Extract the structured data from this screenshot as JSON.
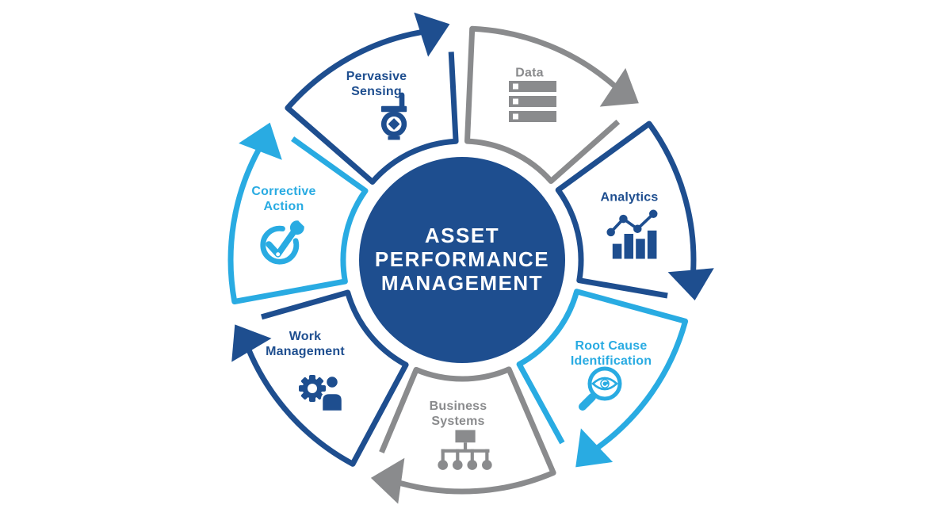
{
  "title": "Asset Performance Management cycle diagram",
  "colors": {
    "dark_blue": "#1e4e8f",
    "cyan": "#29abe2",
    "gray": "#8a8b8d",
    "background": "#ffffff",
    "center_fill": "#1e4e8f",
    "center_text": "#ffffff"
  },
  "center": {
    "line1": "ASSET",
    "line2": "PERFORMANCE",
    "line3": "MANAGEMENT"
  },
  "diagram": {
    "type": "cycle",
    "direction": "clockwise",
    "segment_count": 7,
    "description": "Seven arrow segments forming a continuous clockwise loop around the central circle"
  },
  "segments": [
    {
      "id": "pervasive-sensing",
      "label": "Pervasive\nSensing",
      "color": "dark_blue",
      "icon": "sensor-transmitter-icon"
    },
    {
      "id": "data",
      "label": "Data",
      "color": "gray",
      "icon": "server-stack-icon"
    },
    {
      "id": "analytics",
      "label": "Analytics",
      "color": "dark_blue",
      "icon": "bar-line-chart-icon"
    },
    {
      "id": "root-cause-identification",
      "label": "Root Cause\nIdentification",
      "color": "cyan",
      "icon": "magnifier-eye-icon"
    },
    {
      "id": "business-systems",
      "label": "Business\nSystems",
      "color": "gray",
      "icon": "org-chart-icon"
    },
    {
      "id": "work-management",
      "label": "Work\nManagement",
      "color": "dark_blue",
      "icon": "gear-person-icon"
    },
    {
      "id": "corrective-action",
      "label": "Corrective\nAction",
      "color": "cyan",
      "icon": "check-wrench-icon"
    }
  ]
}
